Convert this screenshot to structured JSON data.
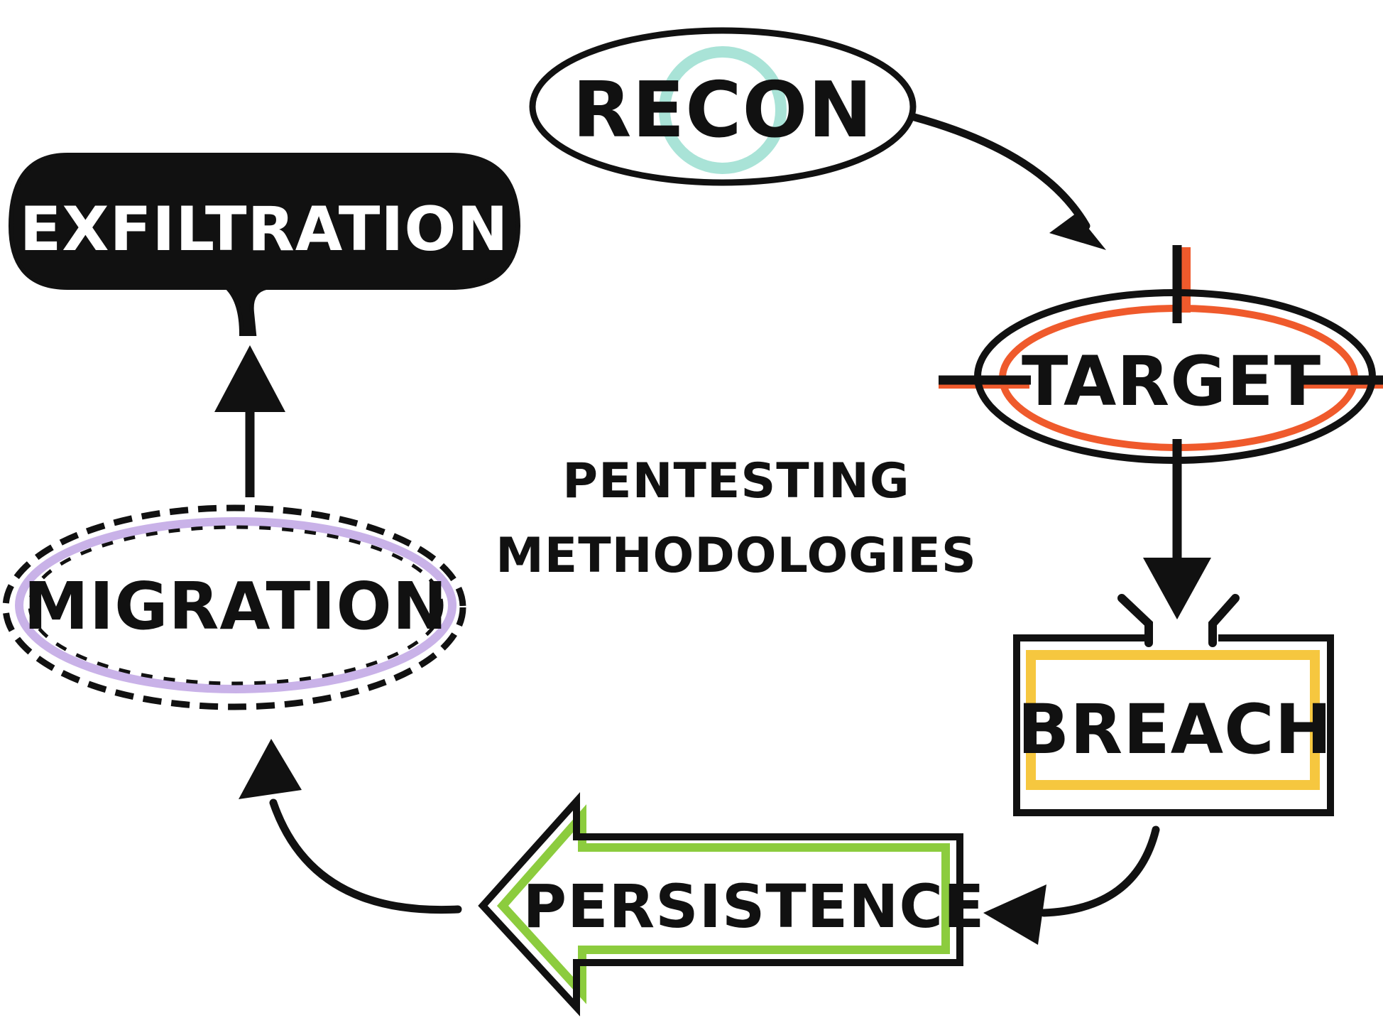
{
  "diagram": {
    "center_title": {
      "line1": "PENTESTING",
      "line2": "METHODOLOGIES"
    },
    "nodes": {
      "recon": "RECON",
      "target": "TARGET",
      "breach": "BREACH",
      "persistence": "PERSISTENCE",
      "migration": "MIGRATION",
      "exfiltration": "EXFILTRATION"
    }
  },
  "colors": {
    "ink": "#111111",
    "recon_accent": "#a9e3d7",
    "target_accent": "#ef5a2c",
    "breach_accent": "#f6c73f",
    "persistence_accent": "#8ccc3e",
    "migration_accent": "#c9b2e8",
    "exfiltration_fill": "#111111",
    "exfiltration_text": "#ffffff"
  }
}
